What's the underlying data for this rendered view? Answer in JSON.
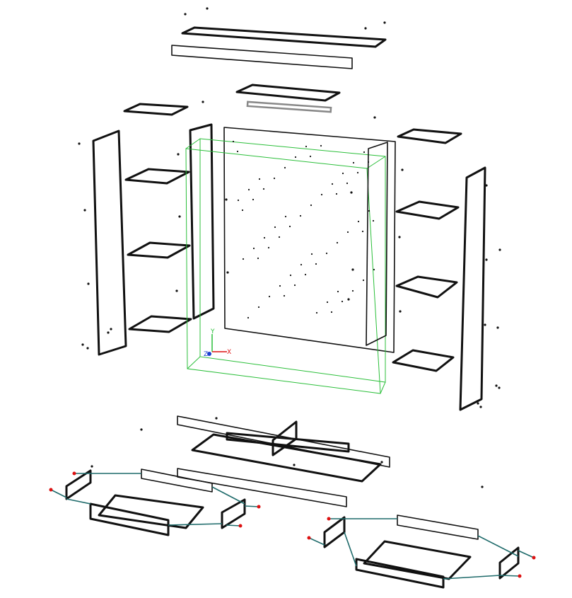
{
  "axes": {
    "x_label": "X",
    "y_label": "Y",
    "z_label": "Z",
    "x_color": "#d11",
    "y_color": "#2bbf3a",
    "z_color": "#1a3fd0"
  },
  "colors": {
    "edge": "#111111",
    "bounding_box": "#2bbf3a",
    "connector": "#1f6b6b",
    "connector_end": "#d11111",
    "selected_rail": "#888888"
  }
}
